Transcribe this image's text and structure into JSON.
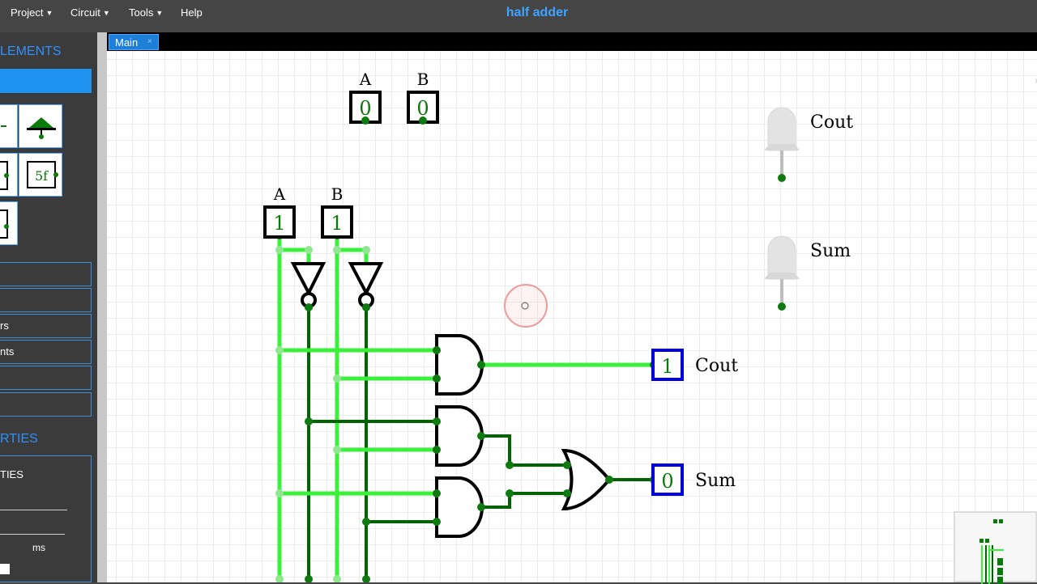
{
  "menubar": {
    "items": [
      {
        "label": "Project"
      },
      {
        "label": "Circuit"
      },
      {
        "label": "Tools"
      },
      {
        "label": "Help"
      }
    ],
    "project_title": "half adder"
  },
  "left_panel": {
    "elements_header": "LEMENTS",
    "accordion": [
      "",
      "",
      "rs",
      "nts",
      "",
      ""
    ],
    "properties_header": "RTIES",
    "properties_sub": "TIES",
    "clock_unit": "ms",
    "tile_text": "5f"
  },
  "tabs": [
    {
      "label": "Main",
      "close": "×"
    }
  ],
  "canvas": {
    "top_inputs": [
      {
        "label": "A",
        "value": "0"
      },
      {
        "label": "B",
        "value": "0"
      }
    ],
    "main_inputs": [
      {
        "label": "A",
        "value": "1"
      },
      {
        "label": "B",
        "value": "1"
      }
    ],
    "outputs": [
      {
        "label": "Cout",
        "value": "1"
      },
      {
        "label": "Sum",
        "value": "0"
      }
    ],
    "leds": [
      {
        "label": "Cout"
      },
      {
        "label": "Sum"
      }
    ],
    "colors": {
      "wire_high": "#3af03a",
      "wire_low": "#006400",
      "node_high": "#8fe88f",
      "node_low": "#0f7a0f",
      "output_border": "#0000e0",
      "input_text": "#0a7a0a"
    }
  }
}
